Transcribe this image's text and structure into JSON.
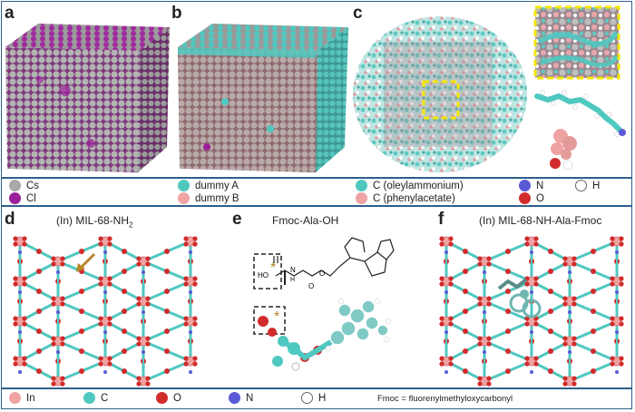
{
  "panels": {
    "a": {
      "label": "a"
    },
    "b": {
      "label": "b"
    },
    "c": {
      "label": "c"
    },
    "d": {
      "label": "d",
      "title_prefix": "(In) MIL-68-NH",
      "title_sub": "2"
    },
    "e": {
      "label": "e",
      "title": "Fmoc-Ala-OH",
      "struct_text_ho": "HO",
      "struct_text_n": "N",
      "struct_text_h": "H",
      "struct_text_o": "O",
      "star": "*"
    },
    "f": {
      "label": "f",
      "title": "(In) MIL-68-NH-Ala-Fmoc"
    }
  },
  "legend_top": [
    {
      "label": "Cs",
      "color": "#a9a9a9"
    },
    {
      "label": "Cl",
      "color": "#9c1f9a"
    },
    {
      "label": "dummy A",
      "color": "#4fc8c0"
    },
    {
      "label": "dummy B",
      "color": "#efa3a3"
    },
    {
      "label": "C (oleylammonium)",
      "color": "#4fc8c0"
    },
    {
      "label": "C (phenylacetate)",
      "color": "#efa3a3"
    },
    {
      "label": "N",
      "color": "#5a5ad6"
    },
    {
      "label": "O",
      "color": "#d22b2b"
    },
    {
      "label": "H",
      "color": "#ffffff"
    }
  ],
  "legend_bottom": [
    {
      "label": "In",
      "color": "#efa3a3"
    },
    {
      "label": "C",
      "color": "#4fc8c0"
    },
    {
      "label": "O",
      "color": "#d22b2b"
    },
    {
      "label": "N",
      "color": "#5a5ad6"
    },
    {
      "label": "H",
      "color": "#ffffff"
    }
  ],
  "footnote": "Fmoc = fluorenylmethyloxycarbonyl",
  "colors": {
    "frame": "#2f5f8a",
    "highlight_box": "#f2e600",
    "arrow": "#b8862a"
  }
}
